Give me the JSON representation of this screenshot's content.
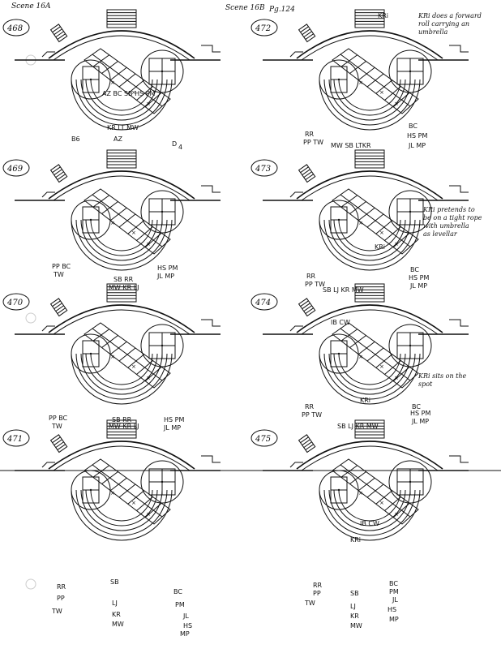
{
  "header": {
    "scene_left": "Scene 16A",
    "scene_right": "Scene 16B",
    "page": "Pg.124"
  },
  "panels": [
    {
      "number": "468",
      "notes": [],
      "labels": [
        {
          "id": "az-top",
          "text": "AZ BC SB HS PM"
        },
        {
          "id": "kr-mid",
          "text": "KR LT MW"
        },
        {
          "id": "b6",
          "text": "B6"
        },
        {
          "id": "az",
          "text": "AZ"
        },
        {
          "id": "d4",
          "text": "D"
        },
        {
          "id": "d4sub",
          "text": "4"
        }
      ]
    },
    {
      "number": "472",
      "notes": [
        "KRi does a forward",
        "roll carrying an",
        "umbrella"
      ],
      "labels": [
        {
          "id": "kri",
          "text": "KRi"
        },
        {
          "id": "rr",
          "text": "RR"
        },
        {
          "id": "pptw",
          "text": "PP TW"
        },
        {
          "id": "mw",
          "text": "MW SB  LTKR"
        },
        {
          "id": "bc",
          "text": "BC"
        },
        {
          "id": "hspm",
          "text": "HS PM"
        },
        {
          "id": "jlmp",
          "text": "JL MP"
        }
      ]
    },
    {
      "number": "469",
      "notes": [],
      "labels": [
        {
          "id": "ppbc",
          "text": "PP BC"
        },
        {
          "id": "tw",
          "text": "TW"
        },
        {
          "id": "sbrr",
          "text": "SB RR"
        },
        {
          "id": "mwkr",
          "text": "MW KR LJ"
        },
        {
          "id": "hspm",
          "text": "HS PM"
        },
        {
          "id": "jlmp",
          "text": "JL MP"
        }
      ]
    },
    {
      "number": "473",
      "notes": [
        "KRi pretends to",
        "be on a tight rope",
        "with umbrella",
        "as levellar"
      ],
      "labels": [
        {
          "id": "kri",
          "text": "KRi"
        },
        {
          "id": "rr",
          "text": "RR"
        },
        {
          "id": "pptw",
          "text": "PP TW"
        },
        {
          "id": "bc",
          "text": "BC"
        },
        {
          "id": "hspm",
          "text": "HS PM"
        },
        {
          "id": "jlmp",
          "text": "JL MP"
        }
      ]
    },
    {
      "number": "470",
      "notes": [],
      "labels": [
        {
          "id": "ppbc",
          "text": "PP BC"
        },
        {
          "id": "tw",
          "text": "TW"
        },
        {
          "id": "sbrr",
          "text": "SB RR"
        },
        {
          "id": "mwkr",
          "text": "MW KR LJ"
        },
        {
          "id": "hspm",
          "text": "HS PM"
        },
        {
          "id": "jlmp",
          "text": "JL MP"
        }
      ]
    },
    {
      "number": "474",
      "notes": [
        "KRi sits on the",
        "spot"
      ],
      "labels": [
        {
          "id": "sb",
          "text": "SB  LJ KR MW"
        },
        {
          "id": "ibcw",
          "text": "IB  CW"
        },
        {
          "id": "kri",
          "text": "KRi"
        },
        {
          "id": "rr",
          "text": "RR"
        },
        {
          "id": "pptw",
          "text": "PP TW"
        },
        {
          "id": "bc",
          "text": "BC"
        },
        {
          "id": "hspm",
          "text": "HS PM"
        },
        {
          "id": "jlmp",
          "text": "JL MP"
        }
      ]
    },
    {
      "number": "471",
      "notes": [],
      "labels": [
        {
          "id": "rr",
          "text": "RR"
        },
        {
          "id": "pp",
          "text": "PP"
        },
        {
          "id": "tw",
          "text": "TW"
        },
        {
          "id": "sb",
          "text": "SB"
        },
        {
          "id": "lj",
          "text": "LJ"
        },
        {
          "id": "kr",
          "text": "KR"
        },
        {
          "id": "mw",
          "text": "MW"
        },
        {
          "id": "bc",
          "text": "BC"
        },
        {
          "id": "pm",
          "text": "PM"
        },
        {
          "id": "jl",
          "text": "JL"
        },
        {
          "id": "hs",
          "text": "HS"
        },
        {
          "id": "mp",
          "text": "MP"
        }
      ]
    },
    {
      "number": "475",
      "notes": [],
      "labels": [
        {
          "id": "top",
          "text": "SB LJ KR MW"
        },
        {
          "id": "ibcw",
          "text": "IB CW"
        },
        {
          "id": "kri",
          "text": "KRi"
        },
        {
          "id": "rr",
          "text": "RR"
        },
        {
          "id": "pp",
          "text": "PP"
        },
        {
          "id": "tw",
          "text": "TW"
        },
        {
          "id": "sb",
          "text": "SB"
        },
        {
          "id": "lj",
          "text": "LJ"
        },
        {
          "id": "kr",
          "text": "KR"
        },
        {
          "id": "mw",
          "text": "MW"
        },
        {
          "id": "bc",
          "text": "BC"
        },
        {
          "id": "pm",
          "text": "PM"
        },
        {
          "id": "jl",
          "text": "JL"
        },
        {
          "id": "hs",
          "text": "HS"
        },
        {
          "id": "mp",
          "text": "MP"
        }
      ]
    }
  ]
}
